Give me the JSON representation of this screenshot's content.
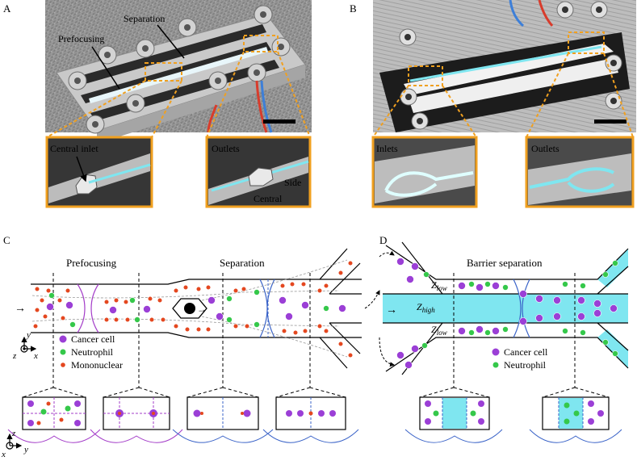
{
  "panels": {
    "a": {
      "letter": "A",
      "labels": {
        "separation": "Separation",
        "prefocusing": "Prefocusing"
      },
      "insets": {
        "left": "Central inlet",
        "right_title": "Outlets",
        "right_side": "Side",
        "right_central": "Central"
      }
    },
    "b": {
      "letter": "B",
      "insets": {
        "left": "Inlets",
        "right": "Outlets"
      }
    },
    "c": {
      "letter": "C",
      "titles": {
        "prefocusing": "Prefocusing",
        "separation": "Separation"
      },
      "legend": [
        "Cancer cell",
        "Neutrophil",
        "Mononuclear"
      ],
      "axes": {
        "y": "y",
        "x": "x",
        "z": "z"
      },
      "bottom_axes": {
        "z": "z",
        "x": "x",
        "y": "y"
      },
      "arrow": "→"
    },
    "d": {
      "letter": "D",
      "title": "Barrier separation",
      "legend": [
        "Cancer cell",
        "Neutrophil"
      ],
      "z_top": "Z",
      "z_top_sub": "low",
      "z_mid": "Z",
      "z_mid_sub": "high",
      "z_bot": "Z",
      "z_bot_sub": "low",
      "arrow": "→"
    }
  },
  "colors": {
    "cancer": "#9b3fd6",
    "neutrophil": "#35c84a",
    "mononuclear": "#e4471f",
    "inset_border": "#f0a020",
    "barrier": "#7fe6f0",
    "node_purple": "#a33cc8",
    "node_blue": "#3a63c8"
  }
}
